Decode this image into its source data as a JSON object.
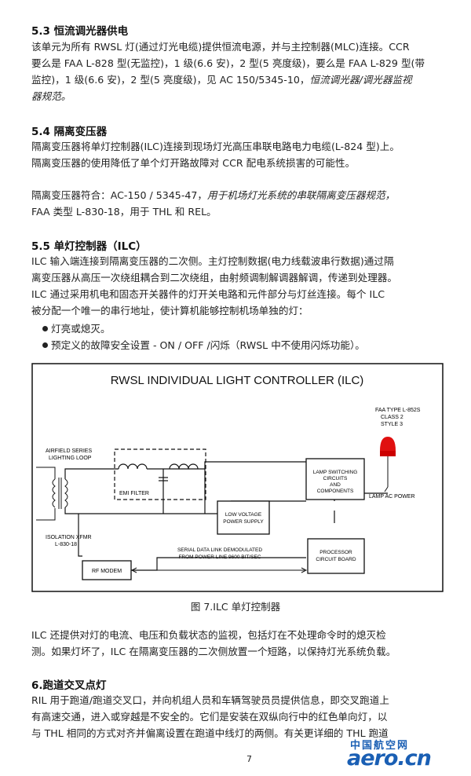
{
  "sec53": {
    "title": "5.3 恒流调光器供电",
    "l1": "该单元为所有 RWSL 灯(通过灯光电缆)提供恒流电源，并与主控制器(MLC)连接。CCR",
    "l2": "要么是 FAA L-828 型(无监控)，1 级(6.6 安)，2 型(5 亮度级)，要么是 FAA L-829 型(带",
    "l3a": "监控)，1 级(6.6 安)，2 型(5 亮度级)，见 AC 150/5345-10，",
    "l3b": "恒流调光器/调光器监视",
    "l4": "器规范。"
  },
  "sec54": {
    "title": "5.4 隔离变压器",
    "l1": "隔离变压器将单灯控制器(ILC)连接到现场灯光高压串联电路电力电缆(L-824 型)上。",
    "l2": "隔离变压器的使用降低了单个灯开路故障对 CCR 配电系统损害的可能性。",
    "l3a": "隔离变压器符合：AC-150 / 5345-47，",
    "l3b": "用于机场灯光系统的串联隔离变压器规范，",
    "l4": "FAA 类型 L-830-18，用于 THL 和 REL。"
  },
  "sec55": {
    "title": "5.5 单灯控制器（ILC）",
    "l1": "ILC 输入端连接到隔离变压器的二次侧。主灯控制数据(电力线载波串行数据)通过隔",
    "l2": "离变压器从高压一次绕组耦合到二次绕组，由射频调制解调器解调，传递到处理器。",
    "l3": "ILC 通过采用机电和固态开关器件的灯开关电路和元件部分与灯丝连接。每个 ILC",
    "l4": "被分配一个唯一的串行地址，使计算机能够控制机场单独的灯：",
    "b1": "灯亮或熄灭。",
    "b2": "预定义的故障安全设置 - ON / OFF /闪烁（RWSL 中不使用闪烁功能）。"
  },
  "diagram": {
    "title": "RWSL INDIVIDUAL LIGHT CONTROLLER (ILC)",
    "lamp_type1": "FAA TYPE L-852S",
    "lamp_type2": "CLASS 2",
    "lamp_type3": "STYLE 3",
    "loop1": "AIRFIELD SERIES",
    "loop2": "LIGHTING LOOP",
    "emi": "EMI FILTER",
    "switch1": "LAMP SWITCHING",
    "switch2": "CIRCUITS",
    "switch3": "AND",
    "switch4": "COMPONENTS",
    "lamp_power": "LAMP AC POWER",
    "lv1": "LOW VOLTAGE",
    "lv2": "POWER SUPPLY",
    "iso1": "ISOLATION XFMR",
    "iso2": "L-830-18",
    "proc1": "PROCESSOR",
    "proc2": "CIRCUIT BOARD",
    "serial1": "SERIAL DATA LINK DEMODULATED",
    "serial2": "FROM POWER LINE 9600 BIT/SEC",
    "rf": "RF MODEM",
    "lamp_color": "#e01010"
  },
  "caption": "图 7.ILC 单灯控制器",
  "post": {
    "l1": "ILC 还提供对灯的电流、电压和负载状态的监视，包括灯在不处理命令时的熄灭检",
    "l2": "测。如果灯坏了，ILC 在隔离变压器的二次侧放置一个短路，以保持灯光系统负载。"
  },
  "sec6": {
    "title": "6.跑道交叉点灯",
    "l1": "RIL 用于跑道/跑道交叉口，并向机组人员和车辆驾驶员员提供信息，即交叉跑道上",
    "l2": "有高速交通，进入或穿越是不安全的。它们是安装在双纵向行中的红色单向灯，以",
    "l3": "与 THL 相同的方式对齐并偏离设置在跑道中线灯的两侧。有关更详细的 THL 跑道"
  },
  "page_number": "7",
  "logo": {
    "cn": "中国航空网",
    "en": "aero.cn",
    "color": "#1a5fb4"
  }
}
